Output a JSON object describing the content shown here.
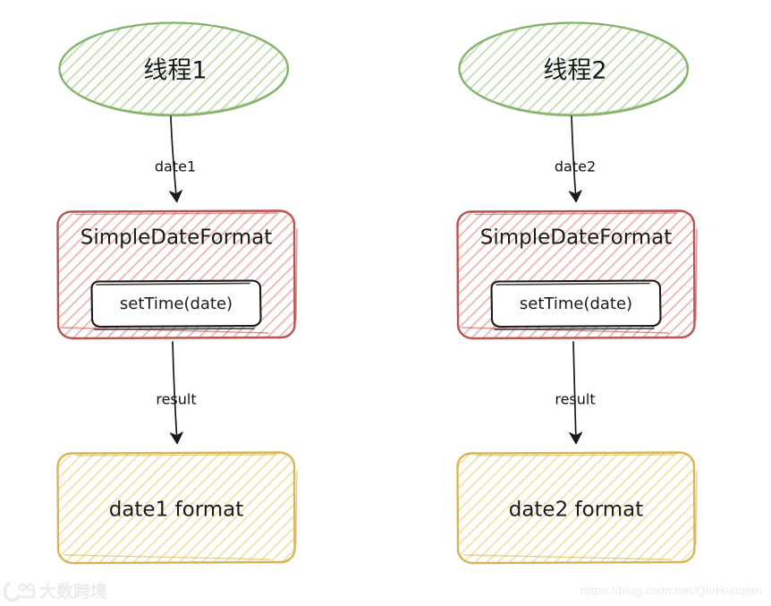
{
  "diagram": {
    "type": "flowchart",
    "style": "hand-drawn-sketch",
    "background": "#ffffff",
    "columns": [
      {
        "id": "left",
        "thread": {
          "label": "线程1",
          "shape": "ellipse",
          "stroke": "#82b366",
          "fill_hatch": "#b9d4a6"
        },
        "edge_top": {
          "label": "date1"
        },
        "processor": {
          "label": "SimpleDateFormat",
          "shape": "rounded-rect",
          "stroke": "#b85450",
          "fill_hatch": "#e6a9a6",
          "inner": {
            "label": "setTime(date)",
            "shape": "rounded-rect",
            "stroke": "#1a1a1a",
            "fill": "#ffffff"
          }
        },
        "edge_bottom": {
          "label": "result"
        },
        "output": {
          "label": "date1 format",
          "shape": "rounded-rect",
          "stroke": "#d6b656",
          "fill_hatch": "#f0dca0"
        }
      },
      {
        "id": "right",
        "thread": {
          "label": "线程2",
          "shape": "ellipse",
          "stroke": "#82b366",
          "fill_hatch": "#b9d4a6"
        },
        "edge_top": {
          "label": "date2"
        },
        "processor": {
          "label": "SimpleDateFormat",
          "shape": "rounded-rect",
          "stroke": "#b85450",
          "fill_hatch": "#e6a9a6",
          "inner": {
            "label": "setTime(date)",
            "shape": "rounded-rect",
            "stroke": "#1a1a1a",
            "fill": "#ffffff"
          }
        },
        "edge_bottom": {
          "label": "result"
        },
        "output": {
          "label": "date2 format",
          "shape": "rounded-rect",
          "stroke": "#d6b656",
          "fill_hatch": "#f0dca0"
        }
      }
    ]
  },
  "watermarks": {
    "bottom_left": {
      "text": "大数跨境",
      "icon": "dashuwang-logo-icon",
      "color": "#ececed"
    },
    "bottom_right": {
      "text": "https://blog.csdn.net/QiuHaoqian",
      "color": "#ececed"
    }
  }
}
